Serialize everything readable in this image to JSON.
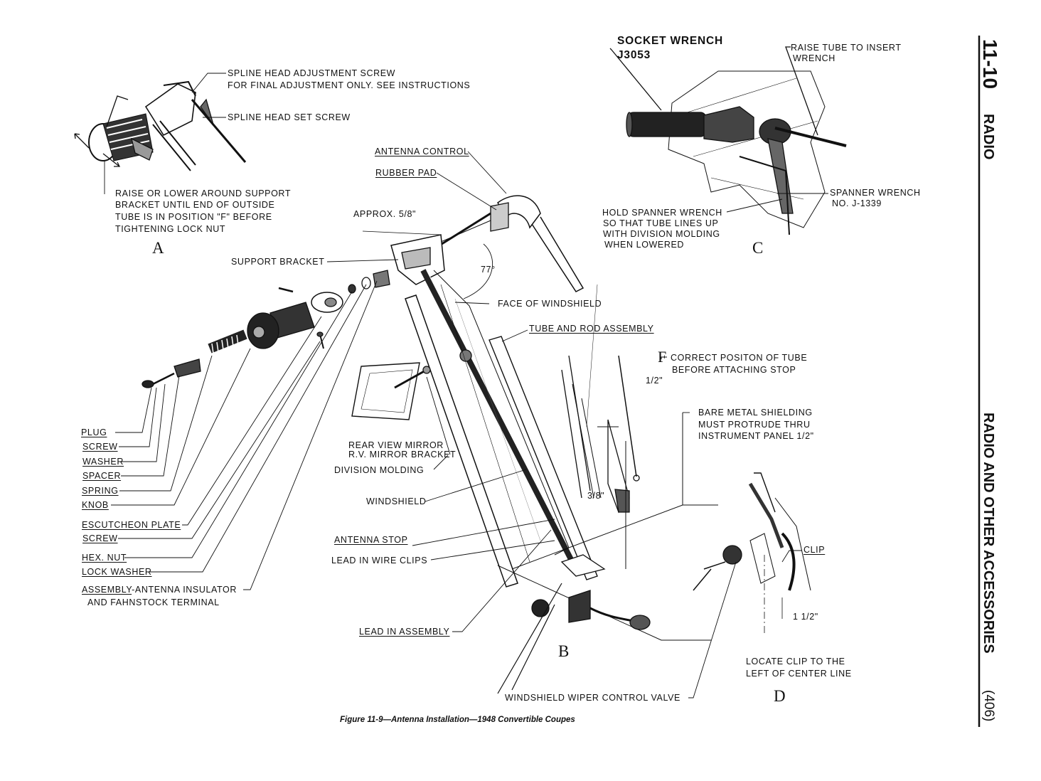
{
  "header": {
    "page_section": "11-10",
    "section_title": "RADIO",
    "chapter_title": "RADIO AND OTHER ACCESSORIES",
    "page_number": "(406)"
  },
  "figure": {
    "caption": "Figure 11-9—Antenna Installation—1948 Convertible Coupes",
    "view_letters": {
      "a": "A",
      "b": "B",
      "c": "C",
      "d": "D"
    },
    "view_a": {
      "spline_adjust_1": "SPLINE HEAD ADJUSTMENT SCREW",
      "spline_adjust_2": "FOR FINAL ADJUSTMENT ONLY. SEE INSTRUCTIONS",
      "spline_set": "SPLINE HEAD SET SCREW",
      "raise_1": "RAISE OR LOWER AROUND SUPPORT",
      "raise_2": "BRACKET UNTIL END OF OUTSIDE",
      "raise_3": "TUBE IS IN POSITION \"F\" BEFORE",
      "raise_4": "TIGHTENING LOCK NUT"
    },
    "view_c": {
      "socket_1": "SOCKET WRENCH",
      "socket_2": "J3053",
      "raise_tube_1": "RAISE TUBE TO INSERT",
      "raise_tube_2": "WRENCH",
      "spanner_1": "SPANNER WRENCH",
      "spanner_2": "NO. J-1339",
      "hold_1": "HOLD SPANNER WRENCH",
      "hold_2": "SO THAT TUBE LINES UP",
      "hold_3": "WITH DIVISION MOLDING",
      "hold_4": "WHEN LOWERED"
    },
    "view_b": {
      "antenna_control": "ANTENNA CONTROL",
      "rubber_pad": "RUBBER PAD",
      "approx": "APPROX. 5/8\"",
      "angle": "77°",
      "support_bracket": "SUPPORT BRACKET",
      "face_of_windshield": "FACE OF WINDSHIELD",
      "tube_and_rod": "TUBE AND ROD ASSEMBLY",
      "f_mark": "F",
      "correct_1": "CORRECT POSITON OF TUBE",
      "correct_2": "BEFORE ATTACHING STOP",
      "half_inch": "1/2\"",
      "three_eighths": "3/8\"",
      "bare_1": "BARE METAL SHIELDING",
      "bare_2": "MUST PROTRUDE THRU",
      "bare_3": "INSTRUMENT PANEL 1/2\"",
      "rear_view_mirror": "REAR VIEW MIRROR",
      "rv_mirror_bracket": "R.V. MIRROR BRACKET",
      "division_molding": "DIVISION MOLDING",
      "windshield": "WINDSHIELD",
      "antenna_stop": "ANTENNA STOP",
      "lead_in_wire_clips": "LEAD IN WIRE CLIPS",
      "lead_in_assembly": "LEAD IN ASSEMBLY",
      "wiper_valve": "WINDSHIELD WIPER CONTROL VALVE"
    },
    "parts_list": [
      "PLUG",
      "SCREW",
      "WASHER",
      "SPACER",
      "SPRING",
      "KNOB",
      "ESCUTCHEON PLATE",
      "SCREW",
      "HEX. NUT",
      "LOCK WASHER"
    ],
    "assembly_1": "ASSEMBLY",
    "assembly_2": "-ANTENNA INSULATOR",
    "assembly_3": "AND FAHNSTOCK TERMINAL",
    "view_d": {
      "clip": "CLIP",
      "one_half": "1 1/2\"",
      "locate_1": "LOCATE CLIP TO THE",
      "locate_2": "LEFT OF CENTER LINE"
    }
  }
}
